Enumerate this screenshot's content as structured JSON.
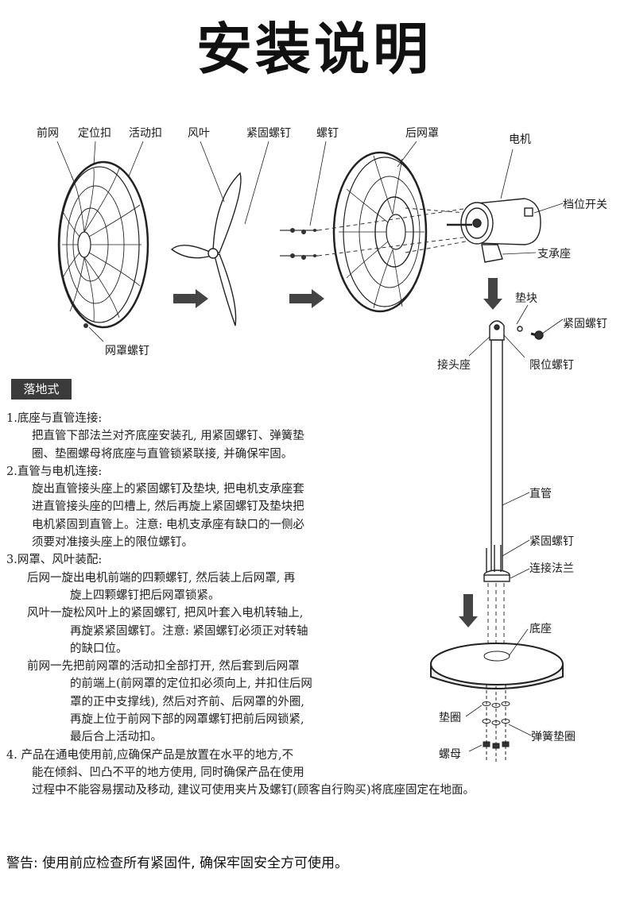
{
  "title": "安装说明",
  "labels": {
    "front_guard": "前网",
    "position_clip": "定位扣",
    "movable_clip": "活动扣",
    "blade": "风叶",
    "tight_screw": "紧固螺钉",
    "screw": "螺钉",
    "rear_guard": "后网罩",
    "motor": "电机",
    "speed_switch": "档位开关",
    "bracket": "支承座",
    "guard_screw": "网罩螺钉",
    "spacer": "垫块",
    "tight_screw_2": "紧固螺钉",
    "joint_seat": "接头座",
    "limit_screw": "限位螺钉",
    "pole": "直管",
    "tight_screw_3": "紧固螺钉",
    "flange": "连接法兰",
    "base": "底座",
    "washer": "垫圈",
    "spring_washer": "弹簧垫圈",
    "nut": "螺母"
  },
  "section_label": "落地式",
  "steps": [
    "1.底座与直管连接:",
    "把直管下部法兰对齐底座安装孔, 用紧固螺钉、弹簧垫",
    "圈、垫圈螺母将底座与直管锁紧联接, 并确保牢固。",
    "2.直管与电机连接:",
    "旋出直管接头座上的紧固螺钉及垫块, 把电机支承座套",
    "进直管接头座的凹槽上, 然后再旋上紧固螺钉及垫块把",
    "电机紧固到直管上。注意: 电机支承座有缺口的一侧必",
    "须要对准接头座上的限位螺钉。",
    "3.网罩、风叶装配:",
    "后网一旋出电机前端的四颗螺钉, 然后装上后网罩, 再",
    "旋上四颗螺钉把后网罩锁紧。",
    "风叶一旋松风叶上的紧固螺钉, 把风叶套入电机转轴上,",
    "再旋紧紧固螺钉。注意: 紧固螺钉必须正对转轴",
    "的缺口位。",
    "前网一先把前网罩的活动扣全部打开, 然后套到后网罩",
    "的前端上(前网罩的定位扣必须向上, 并扣住后网",
    "罩的正中支撑线), 然后对齐前、后网罩的外圈,",
    "再旋上位于前网下部的网罩螺钉把前后网锁紧,",
    "最后合上活动扣。",
    "4. 产品在通电使用前,应确保产品是放置在水平的地方,不",
    "能在倾斜、凹凸不平的地方使用, 同时确保产品在使用",
    "过程中不能容易摆动及移动, 建议可使用夹片及螺钉(顾客自行购买)将底座固定在地面。"
  ],
  "warning": "警告: 使用前应检查所有紧固件, 确保牢固安全方可使用。"
}
